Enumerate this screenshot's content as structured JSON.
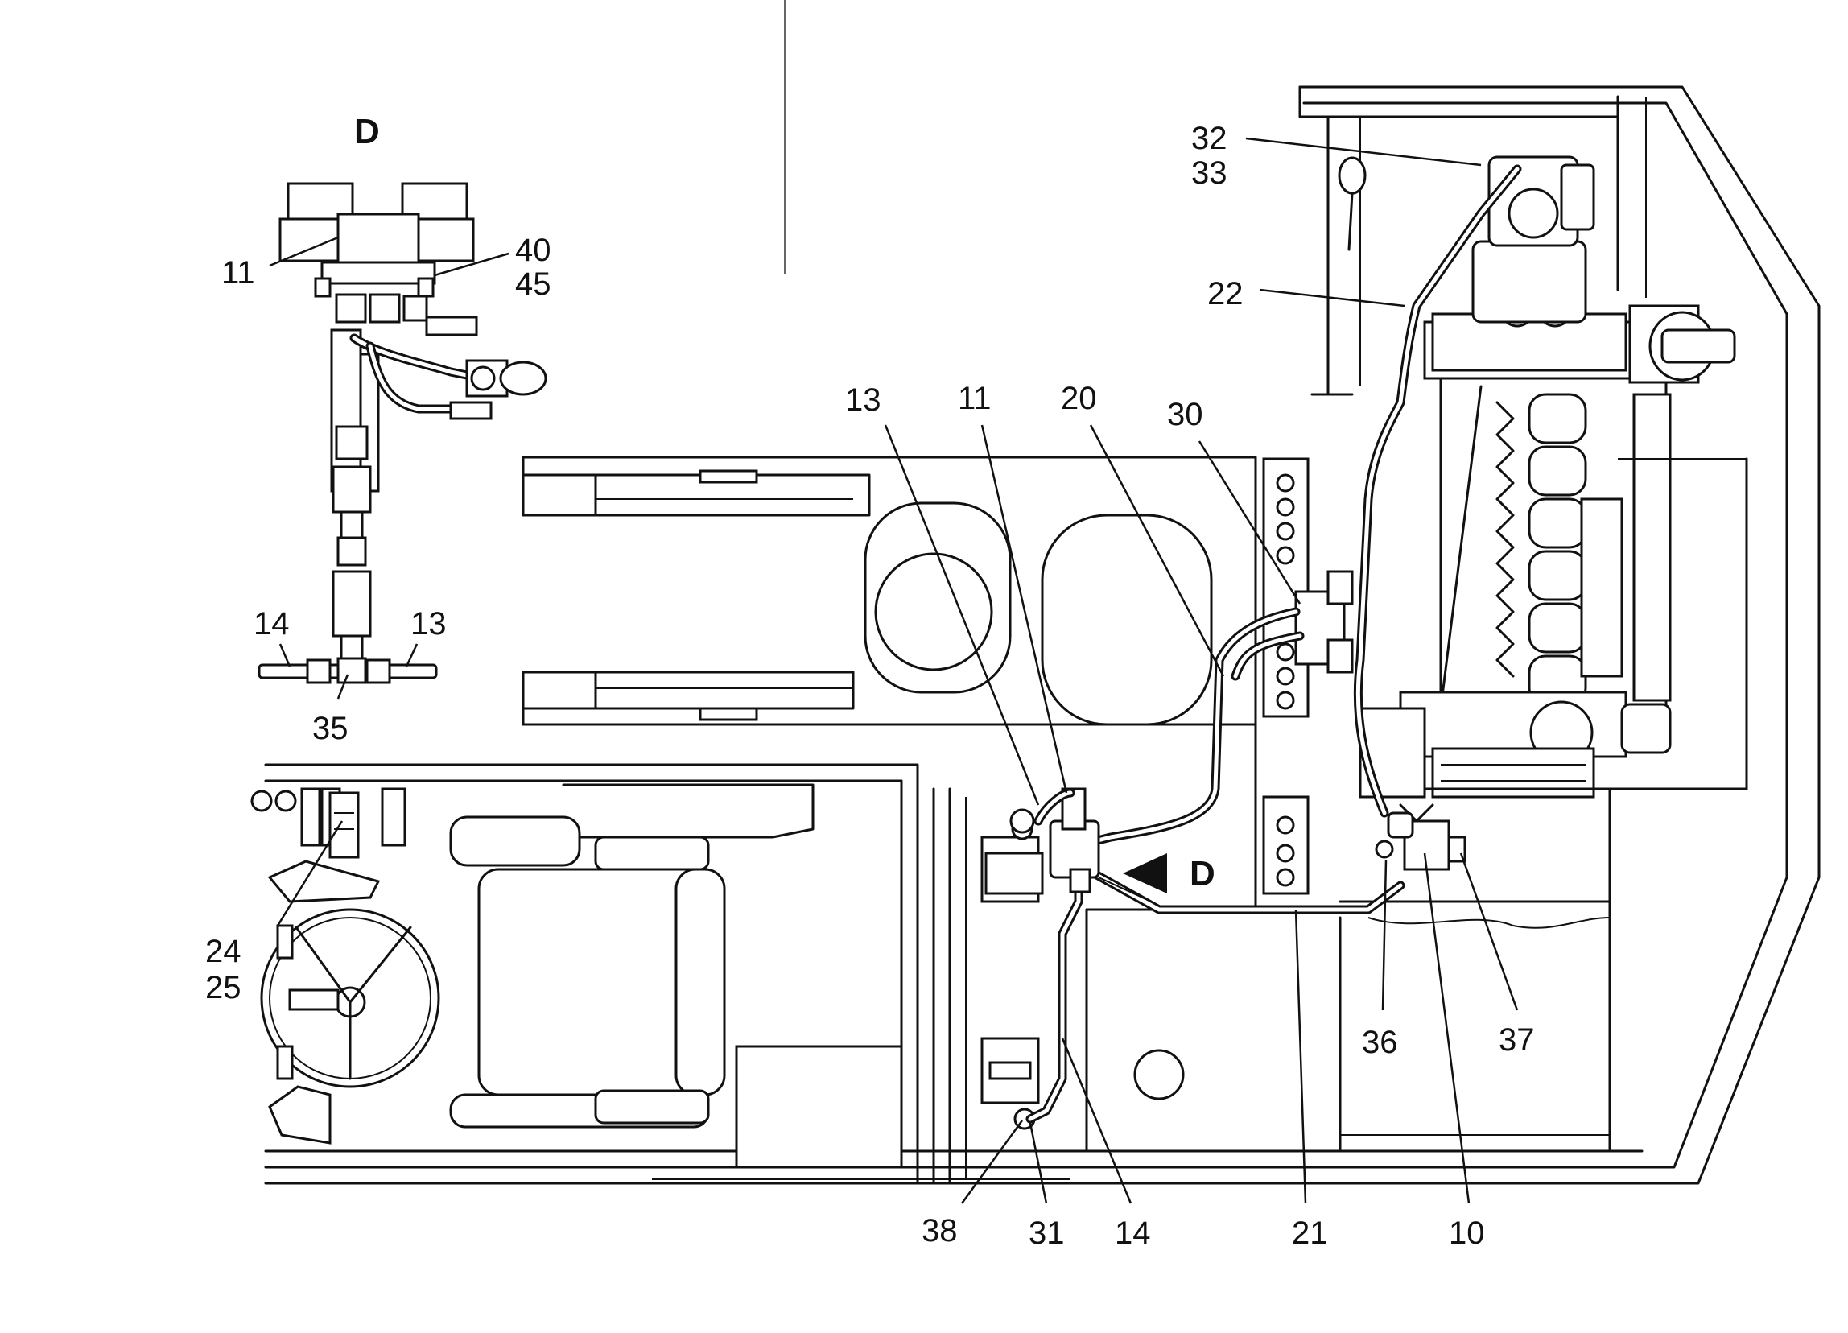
{
  "view_title": "D",
  "view_marker": "D",
  "inset_labels": {
    "p11": "11",
    "p40": "40",
    "p45": "45",
    "p14": "14",
    "p13": "13",
    "p35": "35"
  },
  "main_labels": {
    "p32": "32",
    "p33": "33",
    "p22": "22",
    "p13": "13",
    "p11": "11",
    "p20": "20",
    "p30": "30",
    "p24": "24",
    "p25": "25",
    "p36": "36",
    "p37": "37",
    "p38": "38",
    "p31": "31",
    "p14": "14",
    "p21": "21",
    "p10": "10"
  }
}
